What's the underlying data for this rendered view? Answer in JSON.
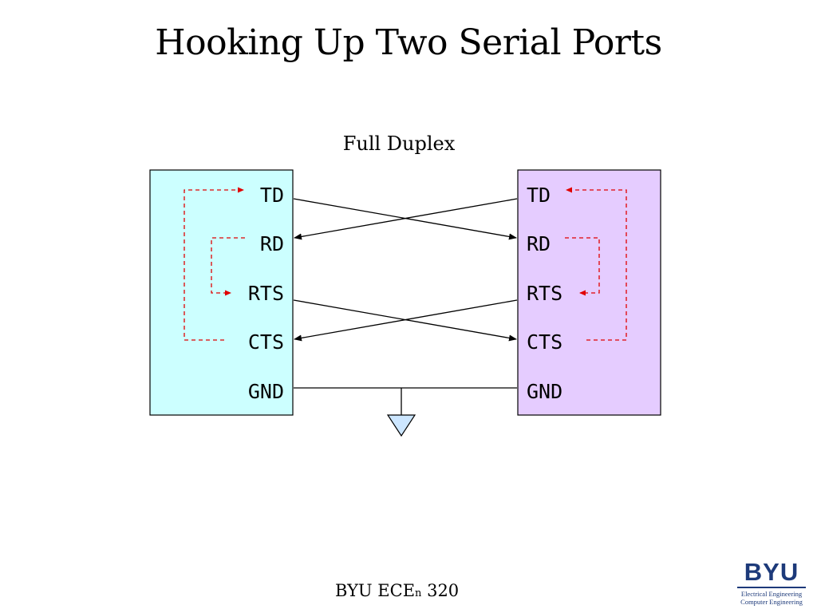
{
  "title": "Hooking Up Two Serial Ports",
  "subtitle": "Full Duplex",
  "left_port": {
    "fill": "#ccffff",
    "pins": [
      "TD",
      "RD",
      "RTS",
      "CTS",
      "GND"
    ]
  },
  "right_port": {
    "fill": "#e5ccff",
    "pins": [
      "TD",
      "RD",
      "RTS",
      "CTS",
      "GND"
    ]
  },
  "colors": {
    "loopback": "#e00000",
    "wire": "#000000",
    "ground": "#cce6ff"
  },
  "footer": {
    "text": "BYU  ECE",
    "sub": "n",
    "number": " 320"
  },
  "logo": {
    "word": "BYU",
    "line1": "Electrical Engineering",
    "line2": "Computer Engineering"
  }
}
